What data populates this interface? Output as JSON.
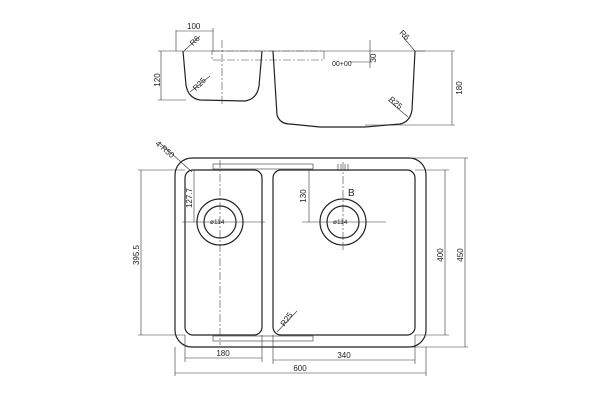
{
  "top_view": {
    "dim_width_small": "100",
    "radius_rim_left": "R6",
    "radius_rim_right": "R6",
    "radius_bowl_left": "R25",
    "radius_bowl_right": "R25",
    "dim_depth_small": "120",
    "dim_depth_large": "180",
    "dim_overflow": "30",
    "overflow_symbol": "00+00"
  },
  "plan_view": {
    "corner_radius": "4-R50",
    "dim_drain_left": "127.7",
    "dim_drain_right": "130",
    "drain_left": "ø114",
    "drain_right": "ø114",
    "section_marker": "B",
    "bowl_radius": "R25",
    "dim_inner_height": "395.5",
    "dim_height_400": "400",
    "dim_height_450": "450",
    "dim_small_width": "180",
    "dim_large_width": "340",
    "dim_total_width": "600"
  }
}
